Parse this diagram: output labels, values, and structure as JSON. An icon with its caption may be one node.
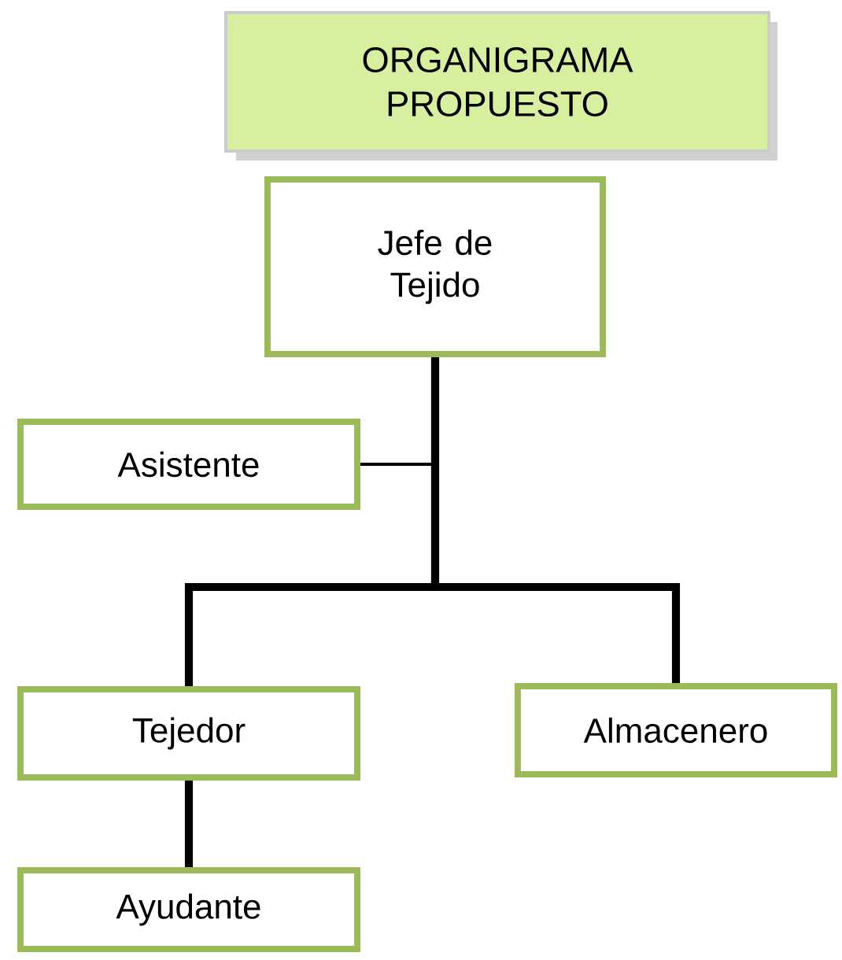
{
  "diagram": {
    "title": "ORGANIGRAMA PROPUESTO",
    "nodes": [
      {
        "text": [
          "Jefe de Tejido"
        ]
      },
      {
        "text": [
          "Asistente"
        ]
      },
      {
        "text": [
          "Tejedor"
        ]
      },
      {
        "text": [
          "Almacenero"
        ]
      },
      {
        "text": [
          "Ayudante"
        ]
      }
    ],
    "edges": [
      {
        "from": 0,
        "to": 1,
        "arrow": "none"
      },
      {
        "from": 0,
        "to": 2,
        "arrow": "none"
      },
      {
        "from": 0,
        "to": 3,
        "arrow": "none"
      },
      {
        "from": 2,
        "to": 4,
        "arrow": "none"
      }
    ]
  }
}
